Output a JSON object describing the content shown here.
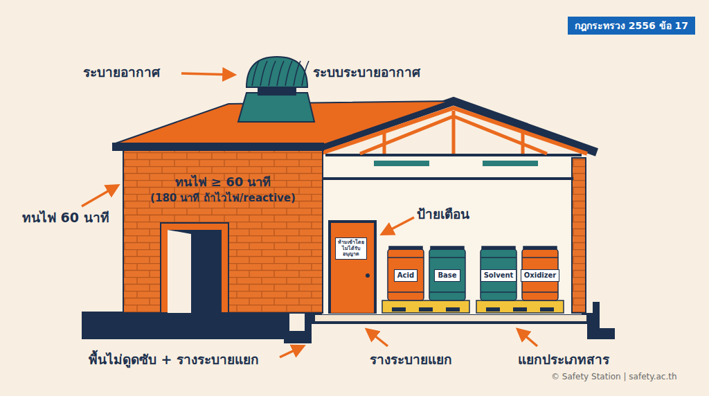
{
  "diagram": {
    "nodes": [
      {
        "text": [
          "กฎกระทรวง 2556 ข้อ 17"
        ]
      },
      {
        "text": [
          "ห้ามเข้าโดยไม่ได้รับอนุญาต"
        ]
      },
      {
        "text": [
          "Acid"
        ]
      },
      {
        "text": [
          "Base"
        ]
      },
      {
        "text": [
          "Solvent"
        ]
      },
      {
        "text": [
          "Oxidizer"
        ]
      }
    ],
    "labels": [
      "ระบายอากาศ",
      "ระบบระบายอากาศ",
      "ทนไฟ ≥ 60 นาที",
      "(180 นาที ถ้าไวไฟ/reactive)",
      "ทนไฟ 60 นาที",
      "ป้ายเตือน",
      "พื้นไม่ดูดซับ + รางระบายแยก",
      "รางระบายแยก",
      "แยกประเภทสาร",
      "© Safety Station | safety.ac.th"
    ]
  }
}
